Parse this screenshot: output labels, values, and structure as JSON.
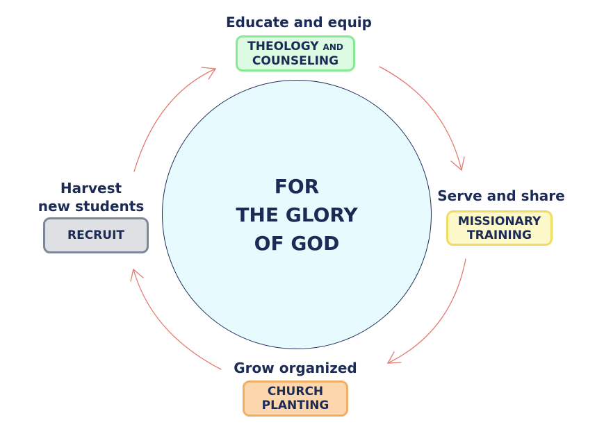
{
  "center": {
    "lines": [
      "FOR",
      "THE GLORY",
      "OF GOD"
    ]
  },
  "stages": {
    "top": {
      "heading": "Educate and equip",
      "box_main": "THEOLOGY",
      "box_small": "AND",
      "box_line2": "COUNSELING",
      "color": "#86ea95"
    },
    "right": {
      "heading": "Serve and share",
      "box_line1": "MISSIONARY",
      "box_line2": "TRAINING",
      "color": "#f0dc62"
    },
    "bottom": {
      "heading": "Grow organized",
      "box_line1": "CHURCH",
      "box_line2": "PLANTING",
      "color": "#f3ae66"
    },
    "left": {
      "heading_line1": "Harvest",
      "heading_line2": "new students",
      "box_label": "RECRUIT",
      "color": "#7d8799"
    }
  },
  "colors": {
    "text": "#1c2b55",
    "circle_fill": "#e7fafd",
    "arrow": "#e27b72"
  }
}
